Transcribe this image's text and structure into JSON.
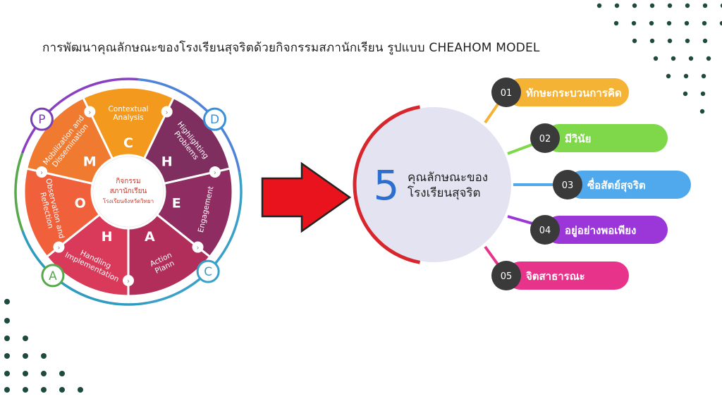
{
  "title": "การพัฒนาคุณลักษณะของโรงเรียนสุจริตด้วยกิจกรรมสภานักเรียน รูปแบบ CHEAHOM MODEL",
  "wheel": {
    "center_lines": [
      "กิจกรรม",
      "สภานักเรียน",
      "โรงเรียนจังหวัดวิทยา"
    ],
    "segments": [
      {
        "letter": "C",
        "label": "Contextual Analysis",
        "color": "#f39a1e"
      },
      {
        "letter": "H",
        "label": "Highlighting Problems",
        "color": "#7e2f5f"
      },
      {
        "letter": "E",
        "label": "Engagement",
        "color": "#8f2d62"
      },
      {
        "letter": "A",
        "label": "Action Plann",
        "color": "#b12e5a"
      },
      {
        "letter": "H",
        "label": "Handling Implementation",
        "color": "#d93a5a"
      },
      {
        "letter": "O",
        "label": "Observation and Reflection",
        "color": "#f0603a"
      },
      {
        "letter": "M",
        "label": "Mobilization and Dissemination",
        "color": "#f07a30"
      }
    ],
    "cycle_nodes": [
      {
        "letter": "P",
        "color": "#7b3fb4"
      },
      {
        "letter": "D",
        "color": "#3a8fd6"
      },
      {
        "letter": "C",
        "color": "#3aa0c8"
      },
      {
        "letter": "A",
        "color": "#57a84a"
      }
    ]
  },
  "hub": {
    "number": "5",
    "line1": "คุณลักษณะของ",
    "line2": "โรงเรียนสุจริต"
  },
  "items": [
    {
      "num": "01",
      "label": "ทักษะกระบวนการคิด",
      "color": "#f5b335"
    },
    {
      "num": "02",
      "label": "มีวินัย",
      "color": "#7ed84a"
    },
    {
      "num": "03",
      "label": "ซื่อสัตย์สุจริต",
      "color": "#4fa9ec"
    },
    {
      "num": "04",
      "label": "อยู่อย่างพอเพียง",
      "color": "#9b37d9"
    },
    {
      "num": "05",
      "label": "จิตสาธารณะ",
      "color": "#e8338b"
    }
  ],
  "colors": {
    "arrow": "#e8131c",
    "hub_fill": "#e4e3f2",
    "hub_ring": "#d7262c",
    "number": "#2d6fd0"
  }
}
